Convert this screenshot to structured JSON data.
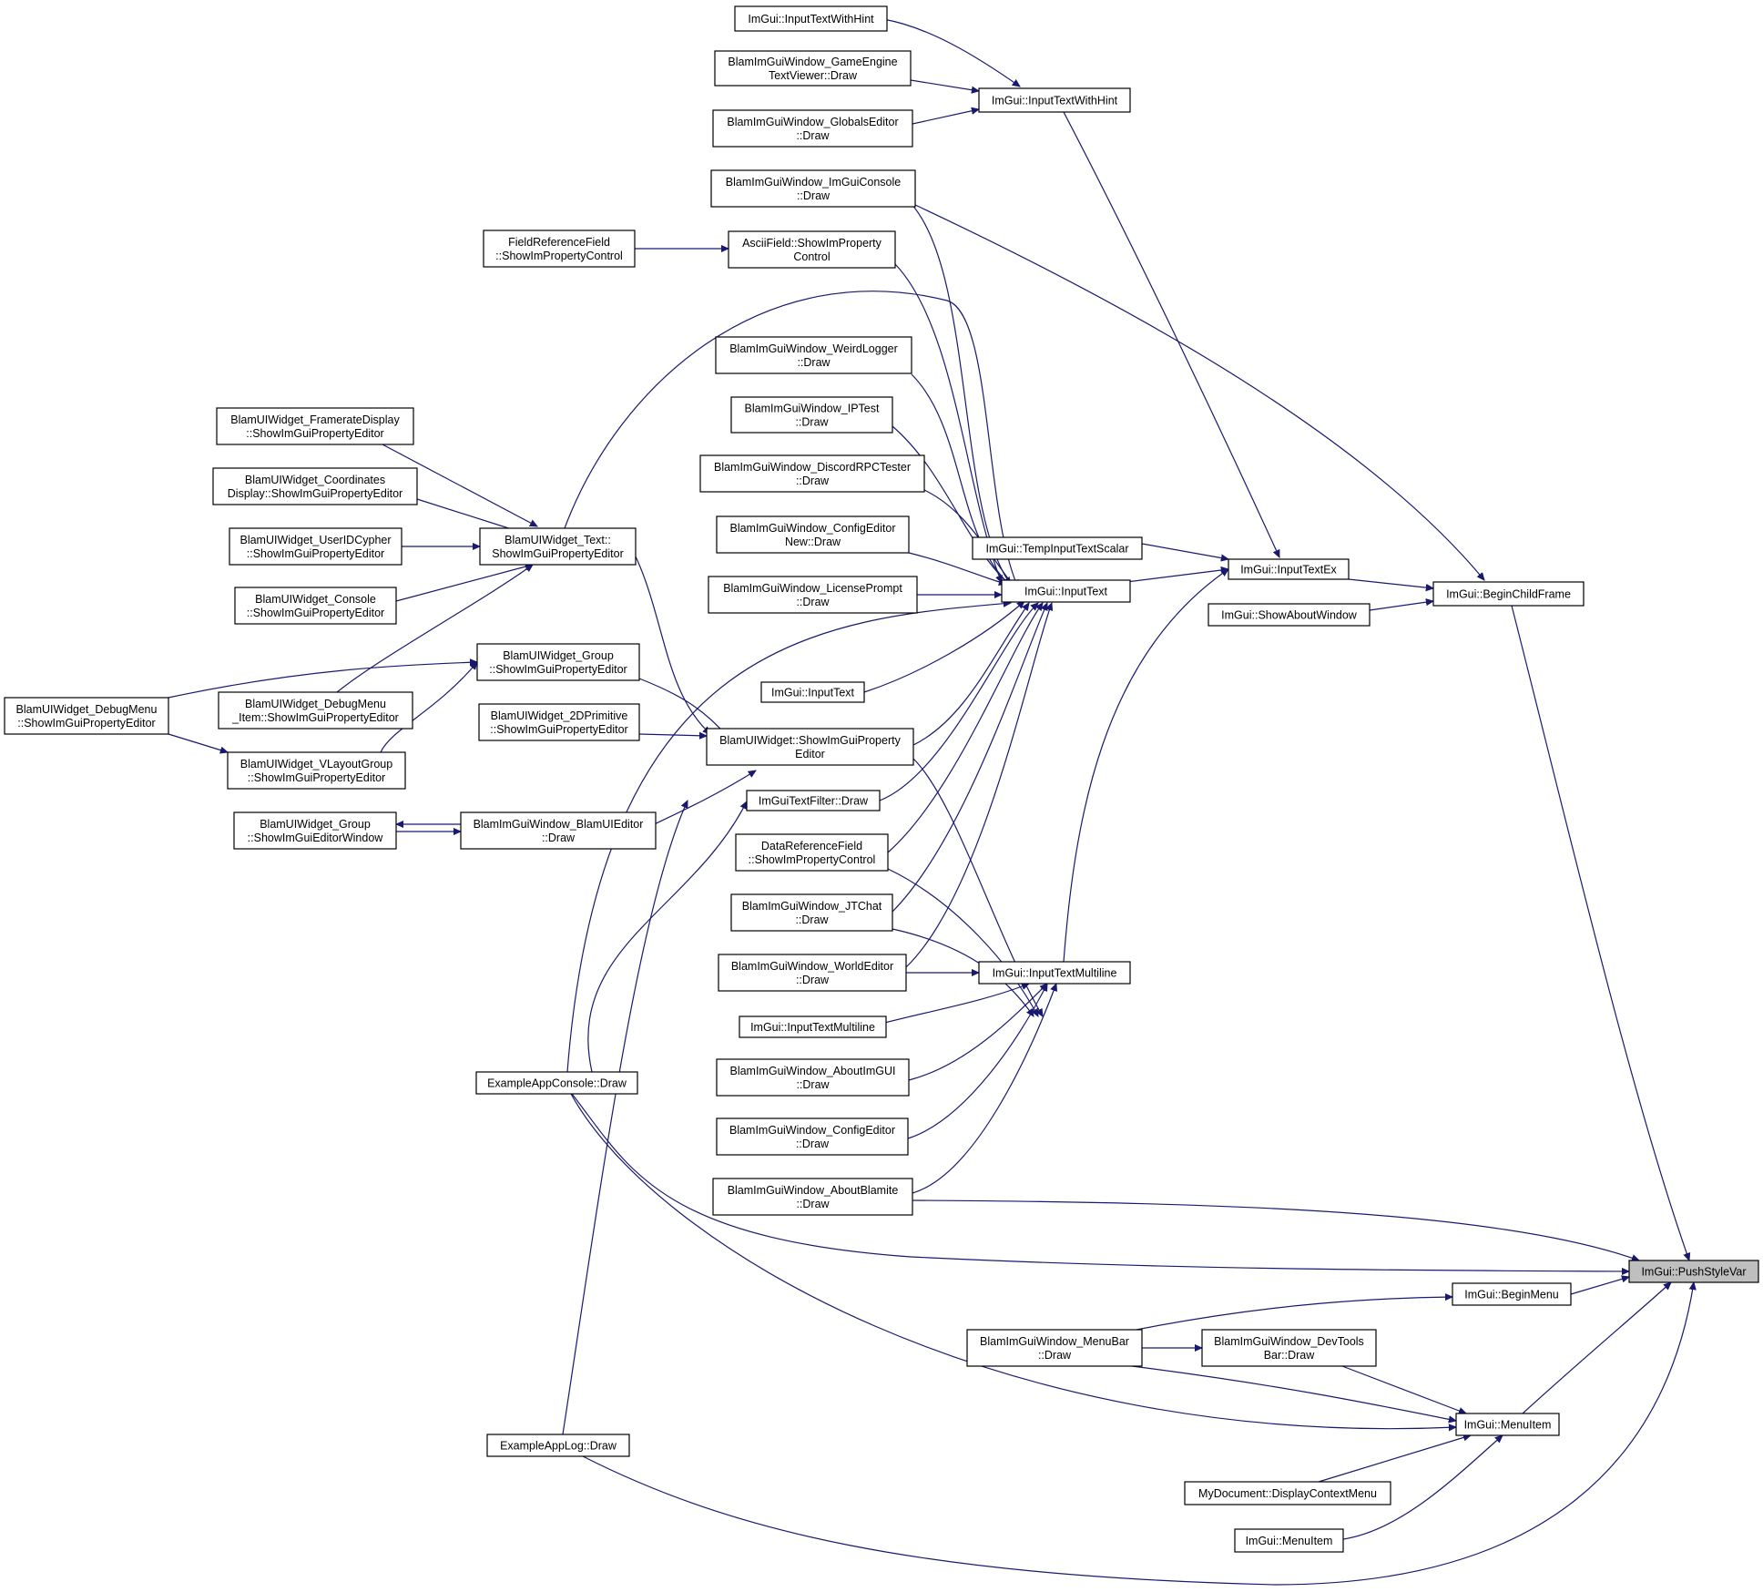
{
  "colors": {
    "edge": "#191970",
    "node_border": "#000000",
    "target_fill": "#bfbfbf",
    "background": "#ffffff"
  },
  "nodes": [
    {
      "id": "n1",
      "lines": [
        "ImGui::InputTextWithHint"
      ]
    },
    {
      "id": "n2",
      "lines": [
        "BlamImGuiWindow_GameEngine",
        "TextViewer::Draw"
      ]
    },
    {
      "id": "n3",
      "lines": [
        "BlamImGuiWindow_GlobalsEditor",
        "::Draw"
      ]
    },
    {
      "id": "n4",
      "lines": [
        "ImGui::InputTextWithHint"
      ]
    },
    {
      "id": "n5",
      "lines": [
        "BlamImGuiWindow_ImGuiConsole",
        "::Draw"
      ]
    },
    {
      "id": "n6",
      "lines": [
        "FieldReferenceField",
        "::ShowImPropertyControl"
      ]
    },
    {
      "id": "n7",
      "lines": [
        "AsciiField::ShowImProperty",
        "Control"
      ]
    },
    {
      "id": "n8",
      "lines": [
        "BlamImGuiWindow_WeirdLogger",
        "::Draw"
      ]
    },
    {
      "id": "n9",
      "lines": [
        "BlamImGuiWindow_IPTest",
        "::Draw"
      ]
    },
    {
      "id": "n10",
      "lines": [
        "BlamImGuiWindow_DiscordRPCTester",
        "::Draw"
      ]
    },
    {
      "id": "n11",
      "lines": [
        "BlamImGuiWindow_ConfigEditor",
        "New::Draw"
      ]
    },
    {
      "id": "n12",
      "lines": [
        "BlamImGuiWindow_LicensePrompt",
        "::Draw"
      ]
    },
    {
      "id": "n13",
      "lines": [
        "BlamUIWidget_FramerateDisplay",
        "::ShowImGuiPropertyEditor"
      ]
    },
    {
      "id": "n14",
      "lines": [
        "BlamUIWidget_Coordinates",
        "Display::ShowImGuiPropertyEditor"
      ]
    },
    {
      "id": "n15",
      "lines": [
        "BlamUIWidget_UserIDCypher",
        "::ShowImGuiPropertyEditor"
      ]
    },
    {
      "id": "n16",
      "lines": [
        "BlamUIWidget_Console",
        "::ShowImGuiPropertyEditor"
      ]
    },
    {
      "id": "n17",
      "lines": [
        "BlamUIWidget_Text::",
        "ShowImGuiPropertyEditor"
      ]
    },
    {
      "id": "n18",
      "lines": [
        "BlamUIWidget_Group",
        "::ShowImGuiPropertyEditor"
      ]
    },
    {
      "id": "n19",
      "lines": [
        "BlamUIWidget_DebugMenu",
        "::ShowImGuiPropertyEditor"
      ]
    },
    {
      "id": "n20",
      "lines": [
        "BlamUIWidget_DebugMenu",
        "_Item::ShowImGuiPropertyEditor"
      ]
    },
    {
      "id": "n21",
      "lines": [
        "BlamUIWidget_2DPrimitive",
        "::ShowImGuiPropertyEditor"
      ]
    },
    {
      "id": "n22",
      "lines": [
        "BlamUIWidget_VLayoutGroup",
        "::ShowImGuiPropertyEditor"
      ]
    },
    {
      "id": "n23",
      "lines": [
        "BlamUIWidget::ShowImGuiProperty",
        "Editor"
      ]
    },
    {
      "id": "n24",
      "lines": [
        "ImGui::InputText"
      ]
    },
    {
      "id": "n25",
      "lines": [
        "BlamUIWidget_Group",
        "::ShowImGuiEditorWindow"
      ]
    },
    {
      "id": "n26",
      "lines": [
        "BlamImGuiWindow_BlamUIEditor",
        "::Draw"
      ]
    },
    {
      "id": "n27",
      "lines": [
        "ImGuiTextFilter::Draw"
      ]
    },
    {
      "id": "n28",
      "lines": [
        "DataReferenceField",
        "::ShowImPropertyControl"
      ]
    },
    {
      "id": "n29",
      "lines": [
        "BlamImGuiWindow_JTChat",
        "::Draw"
      ]
    },
    {
      "id": "n30",
      "lines": [
        "BlamImGuiWindow_WorldEditor",
        "::Draw"
      ]
    },
    {
      "id": "n31",
      "lines": [
        "ImGui::InputTextMultiline"
      ]
    },
    {
      "id": "n32",
      "lines": [
        "BlamImGuiWindow_AboutImGUI",
        "::Draw"
      ]
    },
    {
      "id": "n33",
      "lines": [
        "BlamImGuiWindow_ConfigEditor",
        "::Draw"
      ]
    },
    {
      "id": "n34",
      "lines": [
        "BlamImGuiWindow_AboutBlamite",
        "::Draw"
      ]
    },
    {
      "id": "n35",
      "lines": [
        "ExampleAppConsole::Draw"
      ]
    },
    {
      "id": "n36",
      "lines": [
        "ImGui::TempInputTextScalar"
      ]
    },
    {
      "id": "n37",
      "lines": [
        "ImGui::InputText"
      ]
    },
    {
      "id": "n38",
      "lines": [
        "ImGui::InputTextMultiline"
      ]
    },
    {
      "id": "n39",
      "lines": [
        "ImGui::InputTextEx"
      ]
    },
    {
      "id": "n40",
      "lines": [
        "ImGui::ShowAboutWindow"
      ]
    },
    {
      "id": "n41",
      "lines": [
        "ImGui::BeginChildFrame"
      ]
    },
    {
      "id": "n42",
      "lines": [
        "ImGui::PushStyleVar"
      ]
    },
    {
      "id": "n43",
      "lines": [
        "ImGui::BeginMenu"
      ]
    },
    {
      "id": "n44",
      "lines": [
        "BlamImGuiWindow_MenuBar",
        "::Draw"
      ]
    },
    {
      "id": "n45",
      "lines": [
        "BlamImGuiWindow_DevTools",
        "Bar::Draw"
      ]
    },
    {
      "id": "n46",
      "lines": [
        "ImGui::MenuItem"
      ]
    },
    {
      "id": "n47",
      "lines": [
        "ExampleAppLog::Draw"
      ]
    },
    {
      "id": "n48",
      "lines": [
        "MyDocument::DisplayContextMenu"
      ]
    },
    {
      "id": "n49",
      "lines": [
        "ImGui::MenuItem"
      ]
    }
  ]
}
